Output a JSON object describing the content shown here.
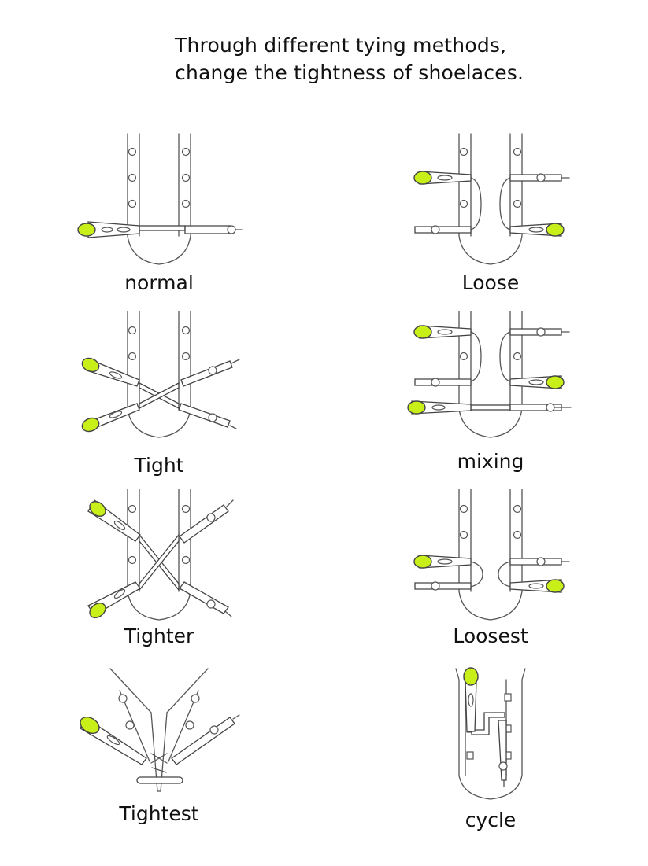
{
  "title": {
    "line1": "Through different tying methods,",
    "line2": "change the tightness of shoelaces."
  },
  "methods": [
    {
      "id": "normal",
      "label": "normal"
    },
    {
      "id": "loose",
      "label": "Loose"
    },
    {
      "id": "tight",
      "label": "Tight"
    },
    {
      "id": "mixing",
      "label": "mixing"
    },
    {
      "id": "tighter",
      "label": "Tighter"
    },
    {
      "id": "loosest",
      "label": "Loosest"
    },
    {
      "id": "tightest",
      "label": "Tightest"
    },
    {
      "id": "cycle",
      "label": "cycle"
    }
  ],
  "colors": {
    "aglet": "#c8f018",
    "outline": "#555555"
  }
}
